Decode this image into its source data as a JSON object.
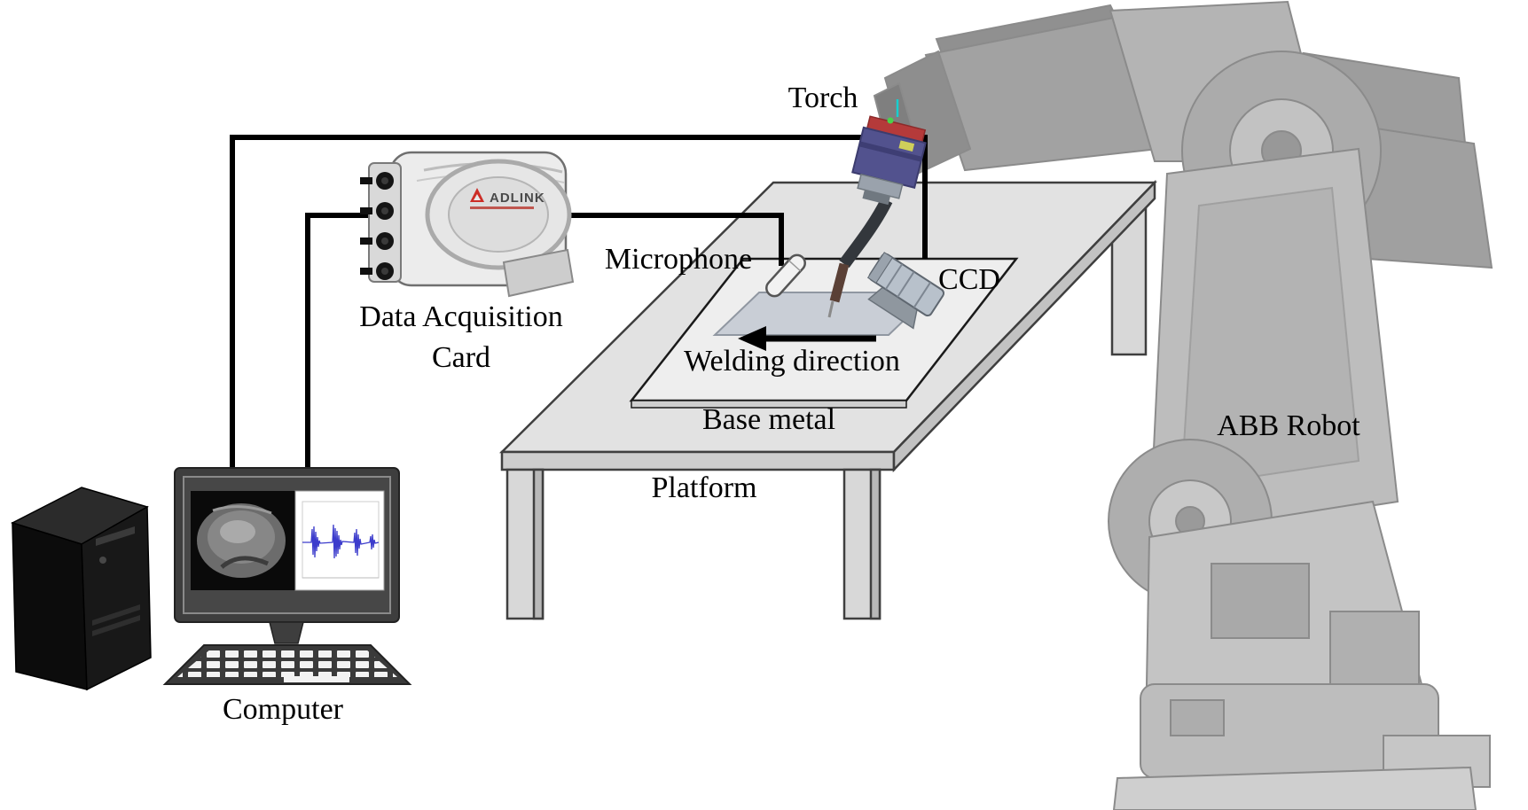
{
  "figure": {
    "type": "experimental-setup-diagram",
    "labels": {
      "torch": "Torch",
      "microphone": "Microphone",
      "ccd": "CCD",
      "welding_direction": "Welding direction",
      "base_metal": "Base metal",
      "platform": "Platform",
      "daq_card_line1": "Data Acquisition",
      "daq_card_line2": "Card",
      "computer": "Computer",
      "abb_robot": "ABB Robot"
    },
    "daq_device": {
      "brand": "ADLINK"
    },
    "connections": [
      {
        "from": "computer",
        "via": "data-acquisition-card",
        "to": "torch-ccd-area",
        "style": "black-cable"
      },
      {
        "from": "computer",
        "via": "data-acquisition-card",
        "to": "microphone",
        "style": "black-cable"
      }
    ],
    "colors": {
      "cable": "#000000",
      "label": "#000000",
      "platform_top": "#e2e2e2",
      "robot_body": "#bcbcbc",
      "torch_clamp": "#52528e",
      "adlink_red": "#cc2d26",
      "waveform": "#3c3ccc"
    }
  }
}
